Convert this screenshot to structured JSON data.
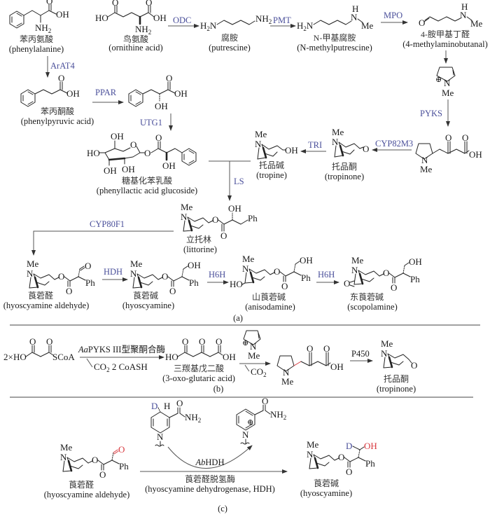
{
  "colors": {
    "enzyme_label": "#4a4f9a",
    "highlight_red": "#d8373d",
    "deuterium": "#4a4f9a",
    "bond": "#222222",
    "arrow": "#555555"
  },
  "atoms": {
    "O": "O",
    "OH": "OH",
    "HO": "HO",
    "NH2": "NH",
    "NH2_sub": "2",
    "H2N": "H",
    "H2N_sub": "2",
    "H2N_N": "N",
    "N": "N",
    "H": "H",
    "Me": "Me",
    "Ph": "Ph",
    "D": "D",
    "SCoA": "SCoA",
    "plus": "⊕"
  },
  "panel_a": {
    "label": "(a)",
    "compounds": {
      "phenylalanine": {
        "cn": "苯丙氨酸",
        "en": "(phenylalanine)"
      },
      "ornithine": {
        "cn": "鸟氨酸",
        "en": "(ornithine acid)"
      },
      "putrescine": {
        "cn": "腐胺",
        "en": "(putrescine)"
      },
      "n_methylputrescine": {
        "cn": "N-甲基腐胺",
        "en": "(N-methylputrescine)"
      },
      "methylaminobutanal": {
        "cn": "4-胺甲基丁醛",
        "en": "(4-methylaminobutanal)"
      },
      "phenylpyruvic_acid": {
        "cn": "苯丙酮酸",
        "en": "(phenylpyruvic acid)"
      },
      "phenyllactic_glucoside": {
        "cn": "糖基化苯乳酸",
        "en": "(phenyllactic acid glucoside)"
      },
      "tropine": {
        "cn": "托品碱",
        "en": "(tropine)"
      },
      "tropinone": {
        "cn": "托品酮",
        "en": "(tropinone)"
      },
      "littorine": {
        "cn": "立托林",
        "en": "(littorine)"
      },
      "hyoscyamine_aldehyde": {
        "cn": "莨菪醛",
        "en": "(hyoscyamine aldehyde)"
      },
      "hyoscyamine": {
        "cn": "莨菪碱",
        "en": "(hyoscyamine)"
      },
      "anisodamine": {
        "cn": "山莨菪碱",
        "en": "(anisodamine)"
      },
      "scopolamine": {
        "cn": "东莨菪碱",
        "en": "(scopolamine)"
      }
    },
    "enzymes": {
      "odc": "ODC",
      "pmt": "PMT",
      "mpo": "MPO",
      "arat4": "ArAT4",
      "ppar": "PPAR",
      "utg1": "UTG1",
      "pyks": "PYKS",
      "cyp82m3": "CYP82M3",
      "tri": "TRI",
      "ls": "LS",
      "cyp80f1": "CYP80F1",
      "hdh": "HDH",
      "h6h_1": "H6H",
      "h6h_2": "H6H"
    }
  },
  "panel_b": {
    "label": "(b)",
    "reagent_prefix": "2×",
    "enzyme_italic": "Aa",
    "enzyme_rest": "PYKS III型聚酮合酶",
    "byproducts_1": "CO",
    "byproducts_1_sub": "2",
    "byproducts_1_rest": " 2 CoASH",
    "byproducts_2": "CO",
    "byproducts_2_sub": "2",
    "oxoglutaric": {
      "cn": "三羰基戊二酸",
      "en": "(3-oxo-glutaric acid)"
    },
    "p450": "P450",
    "tropinone": {
      "cn": "托品酮",
      "en": "(tropinone)"
    }
  },
  "panel_c": {
    "label": "(c)",
    "enzyme_italic": "Ab",
    "enzyme_rest": "HDH",
    "enzyme_name": {
      "cn": "莨菪醛脱氢酶",
      "en": "(hyoscyamine dehydrogenase, HDH)"
    },
    "substrate": {
      "cn": "莨菪醛",
      "en": "(hyoscyamine aldehyde)"
    },
    "product": {
      "cn": "莨菪碱",
      "en": "(hyoscyamine)"
    }
  }
}
